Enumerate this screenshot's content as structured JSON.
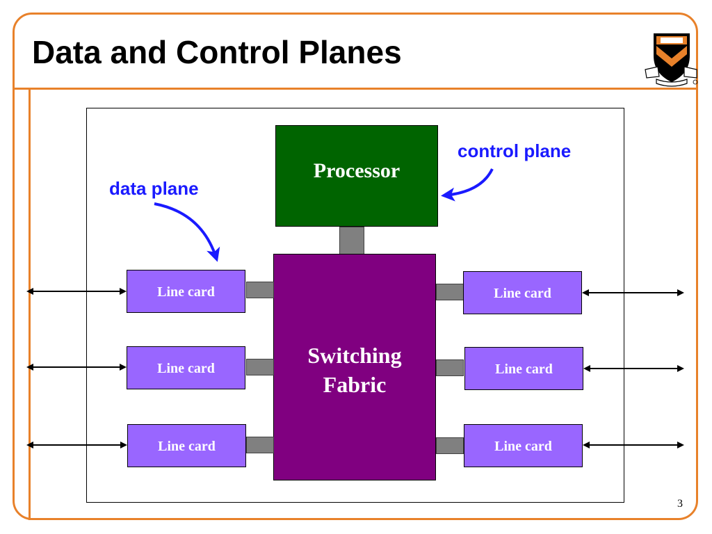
{
  "slide": {
    "title": "Data and Control Planes",
    "page_number": "3"
  },
  "diagram": {
    "processor_label": "Processor",
    "fabric_label_line1": "Switching",
    "fabric_label_line2": "Fabric",
    "control_plane_label": "control plane",
    "data_plane_label": "data plane",
    "left_cards": [
      "Line card",
      "Line card",
      "Line card"
    ],
    "right_cards": [
      "Line card",
      "Line card",
      "Line card"
    ]
  },
  "colors": {
    "accent": "#e8812a",
    "processor": "#006400",
    "fabric": "#800080",
    "line_card": "#9966ff",
    "connector": "#808080",
    "label_blue": "#1a1aff"
  },
  "icons": {
    "logo": "princeton-shield-icon"
  }
}
